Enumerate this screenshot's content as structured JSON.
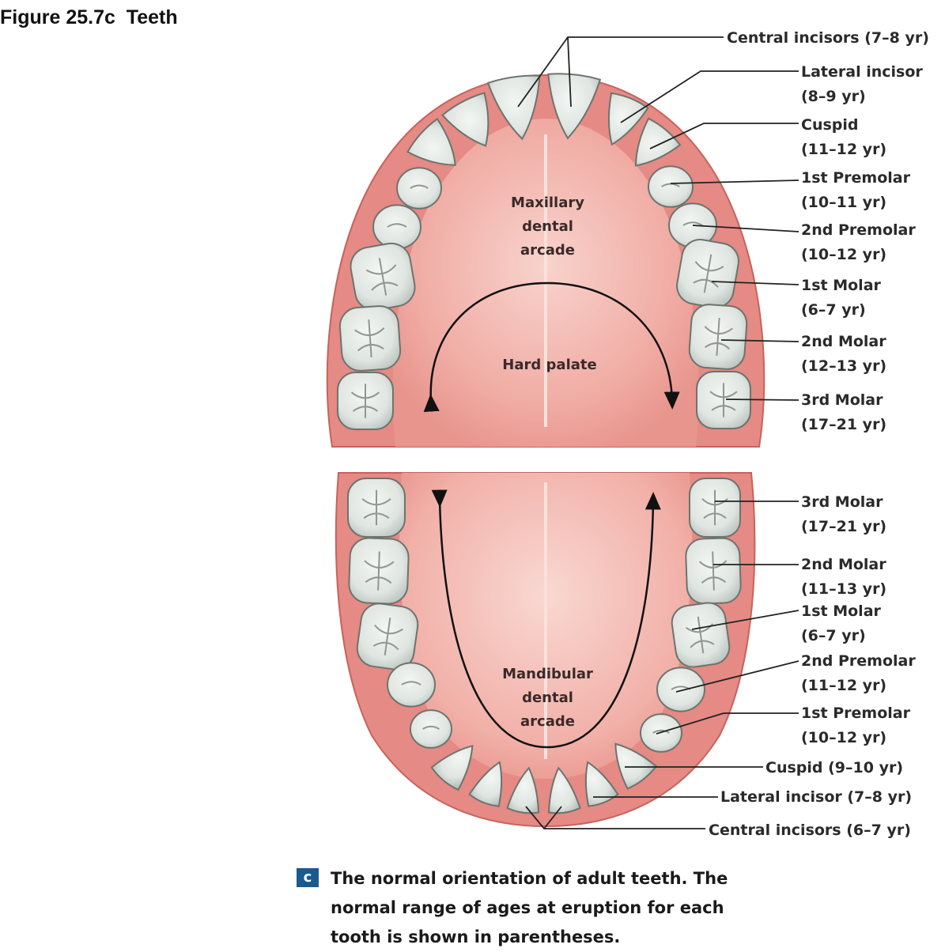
{
  "figure_title": "Figure 25.7c  Teeth",
  "upper": {
    "region_label": [
      "Maxillary",
      "dental",
      "arcade"
    ],
    "palate_label": "Hard palate",
    "teeth": [
      {
        "name": "Central incisors (7–8 yr)",
        "age": ""
      },
      {
        "name": "Lateral incisor",
        "age": "(8–9 yr)"
      },
      {
        "name": "Cuspid",
        "age": "(11–12 yr)"
      },
      {
        "name": "1st Premolar",
        "age": "(10–11 yr)"
      },
      {
        "name": "2nd Premolar",
        "age": "(10–12 yr)"
      },
      {
        "name": "1st Molar",
        "age": "(6–7 yr)"
      },
      {
        "name": "2nd Molar",
        "age": "(12–13 yr)"
      },
      {
        "name": "3rd Molar",
        "age": "(17–21 yr)"
      }
    ]
  },
  "lower": {
    "region_label": [
      "Mandibular",
      "dental",
      "arcade"
    ],
    "teeth": [
      {
        "name": "3rd Molar",
        "age": "(17–21 yr)"
      },
      {
        "name": "2nd Molar",
        "age": "(11–13 yr)"
      },
      {
        "name": "1st Molar",
        "age": "(6–7 yr)"
      },
      {
        "name": "2nd Premolar",
        "age": "(11–12 yr)"
      },
      {
        "name": "1st Premolar",
        "age": "(10–12 yr)"
      },
      {
        "name": "Cuspid (9–10 yr)",
        "age": ""
      },
      {
        "name": "Lateral incisor (7–8 yr)",
        "age": ""
      },
      {
        "name": "Central incisors (6–7 yr)",
        "age": ""
      }
    ]
  },
  "caption_letter": "c",
  "caption": "The normal orientation of adult teeth. The normal range of ages at eruption for each tooth is shown in parentheses.",
  "colors": {
    "gum": "#e58a84",
    "palate": "#f2b3ab",
    "tooth": "#dfe5e1",
    "tooth_edge": "#6d746f",
    "leader": "#222222",
    "caption_box": "#1a5a8c"
  }
}
